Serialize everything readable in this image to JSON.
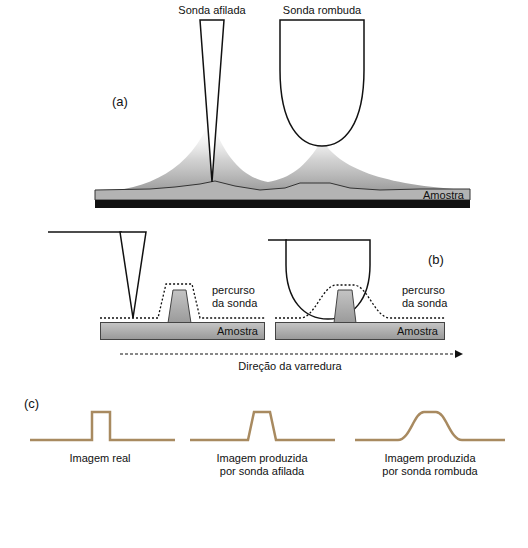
{
  "diagram": {
    "nodes": [
      {
        "text": [
          "Amostra"
        ]
      },
      {
        "text": [
          "Amostra"
        ]
      },
      {
        "text": [
          "Amostra"
        ]
      }
    ],
    "labels": [
      "Sonda afilada",
      "Sonda rombuda",
      "(a)",
      "(b)",
      "percurso da sonda",
      "percurso da sonda",
      "Direção da varredura",
      "(c)",
      "Imagem real",
      "Imagem produzida por sonda afilada",
      "Imagem produzida por sonda rombuda"
    ]
  }
}
